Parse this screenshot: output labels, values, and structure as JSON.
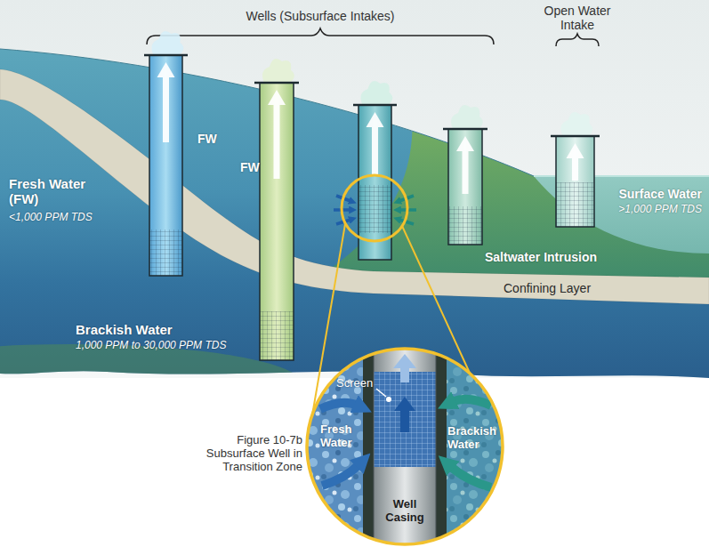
{
  "diagram": {
    "caption": "Figure 10-7b Subsurface Well in Transition Zone",
    "labels": [
      "Wells (Subsurface Intakes)",
      "Open Water Intake",
      "FW",
      "FW",
      "Fresh Water (FW)",
      "<1,000 PPM TDS",
      "Surface Water",
      ">1,000 PPM TDS",
      "Saltwater Intrusion",
      "Confining Layer",
      "Brackish Water",
      "1,000 PPM to 30,000 PPM TDS",
      "Screen",
      "Fresh Water",
      "Brackish Water",
      "Well Casing"
    ]
  }
}
